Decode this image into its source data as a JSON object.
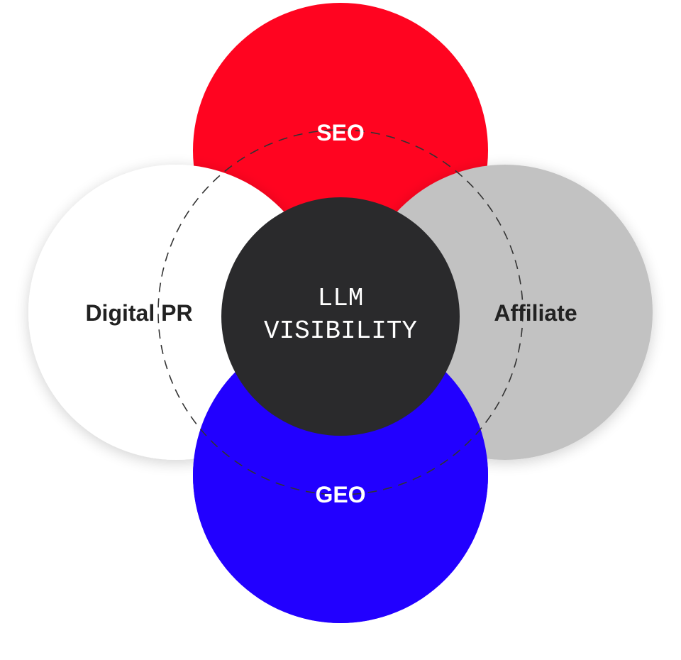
{
  "diagram": {
    "center": {
      "line1": "LLM",
      "line2": "VISIBILITY",
      "fill": "#2a2a2c",
      "text_color": "#ffffff"
    },
    "top": {
      "label": "SEO",
      "fill": "#ff0420",
      "text_color": "#ffffff"
    },
    "left": {
      "label": "Digital PR",
      "fill": "#ffffff",
      "text_color": "#222222"
    },
    "right": {
      "label": "Affiliate",
      "fill": "#c2c2c2",
      "text_color": "#222222"
    },
    "bottom": {
      "label": "GEO",
      "fill": "#2200ff",
      "text_color": "#ffffff"
    },
    "dashed_ring_color": "#333333"
  }
}
